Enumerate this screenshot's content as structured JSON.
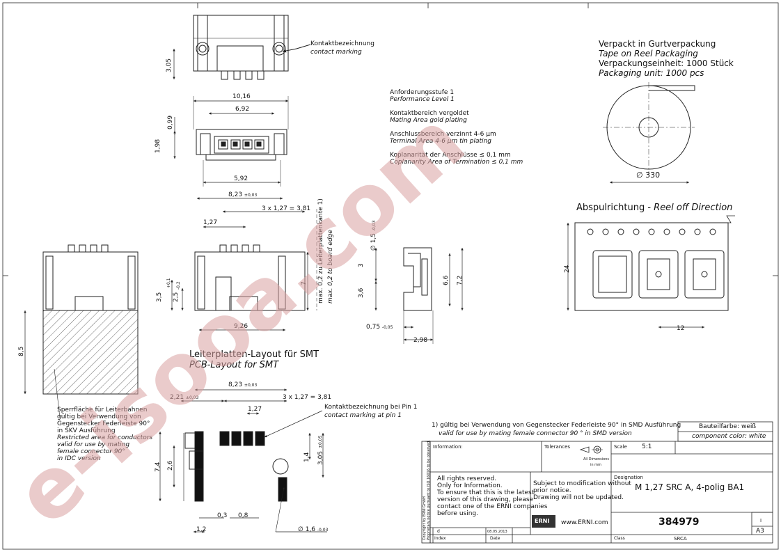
{
  "colors": {
    "ink": "#222222",
    "watermark": "#d9a0a0"
  },
  "watermark_text": "e-isooa.com",
  "dims": {
    "d305": "3,05",
    "d1016": "10,16",
    "d692": "6,92",
    "d099": "0,99",
    "d198": "1,98",
    "d592": "5,92",
    "d823": "8,23",
    "tol003": "±0,03",
    "d127": "1,27",
    "d3x127": "3 x 1,27 = 3,81",
    "d35": "3,5",
    "d25": "2,5",
    "tolp01": "+0,1",
    "tolm02": "-0,2",
    "d926": "9,26",
    "d7": "7",
    "d85": "8,5",
    "phi15": "∅ 1,5",
    "tol003b": "-0,03",
    "d3": "3",
    "d36": "3,6",
    "d66": "6,6",
    "d72": "7,2",
    "d075": "0,75",
    "tol005": "-0,05",
    "d298": "2,98",
    "d221": "2,21",
    "d74": "7,4",
    "d26": "2,6",
    "d14": "1,4",
    "d305b": "3,05",
    "tol005b": "±0,05",
    "d03": "0,3",
    "d08": "0,8",
    "phi16": "∅ 1,6",
    "tol003c": "-0,03",
    "d12": "1,2",
    "d24": "24",
    "d12pitch": "12",
    "phi330": "∅ 330"
  },
  "board_edge": {
    "de": "max. 0,2 zu  Leiterplattenkante 1)",
    "en": "max. 0,2 to board edge"
  },
  "contact_marking": {
    "de": "Kontaktbezeichnung",
    "en": "contact marking"
  },
  "contact_marking_pin1": {
    "de": "Kontaktbezeichnung bei Pin 1",
    "en": "contact marking at pin 1"
  },
  "specs": [
    {
      "de": "Anforderungsstufe 1",
      "en": "Performance Level 1"
    },
    {
      "de": "Kontaktbereich vergoldet",
      "en": "Mating Area gold plating"
    },
    {
      "de": "Anschlussbereich verzinnt 4-6 µm",
      "en": "Terminal Area 4-6 µm tin plating"
    },
    {
      "de": "Koplanarität der Anschlüsse  ≤ 0,1 mm",
      "en": "Coplanarity Area of Termination  ≤ 0,1 mm"
    }
  ],
  "packaging": {
    "de1": "Verpackt in Gurtverpackung",
    "en1": "Tape on Reel Packaging",
    "de2": "Verpackungseinheit:  1000 Stück",
    "en2": "Packaging unit:  1000 pcs"
  },
  "reel_off": {
    "de": "Abspulrichtung - ",
    "en": "Reel off Direction"
  },
  "pcb_layout": {
    "de": "Leiterplatten-Layout für SMT",
    "en": "PCB-Layout for SMT"
  },
  "restricted": {
    "de": [
      "Sperrfläche für Leiterbahnen",
      "gültig bei Verwendung von",
      "Gegenstecker Federleiste 90°",
      "in SKV Ausführung"
    ],
    "en": [
      "Restricted area for conductors",
      "valid for use by mating",
      "female connector 90°",
      "in IDC version"
    ]
  },
  "footnote": {
    "de": "1) gültig bei Verwendung von Gegenstecker Federleiste 90° in SMD Ausführung",
    "en": "valid for use by mating female connector 90 ° in SMD version"
  },
  "title_block": {
    "color_de": "Bauteilfarbe: weiß",
    "color_en": "component color: white",
    "information": "Information:",
    "tolerances": "Tolerances",
    "all_dims_1": "All Dimensions",
    "all_dims_2": "in mm",
    "scale_label": "Scale",
    "scale_value": "5:1",
    "rights": [
      "All rights reserved.",
      "Only for Information.",
      "To ensure that this is the latest",
      "version of this drawing, please",
      "contact one of the ERNI companies",
      "before using."
    ],
    "subject": [
      "Subject to modification without",
      "prior notice.",
      "Drawing will not be updated."
    ],
    "designation_label": "Designation",
    "designation_value": "M 1,27 SRC A, 4-polig BA1",
    "erni_logo": "ERNI",
    "website": "www.ERNI.com",
    "number": "384979",
    "sheet_no": "I",
    "size": "A3",
    "rev_letter": "d",
    "rev_date": "08.05.2013",
    "index_label": "Index",
    "date_label": "Date",
    "class_label": "Class",
    "class_value": "SRCA",
    "copyright_1": "Copyright by ERNI GmbH",
    "copyright_2": "Proprietary notice pursuant to ISO 16016 to be observed."
  }
}
